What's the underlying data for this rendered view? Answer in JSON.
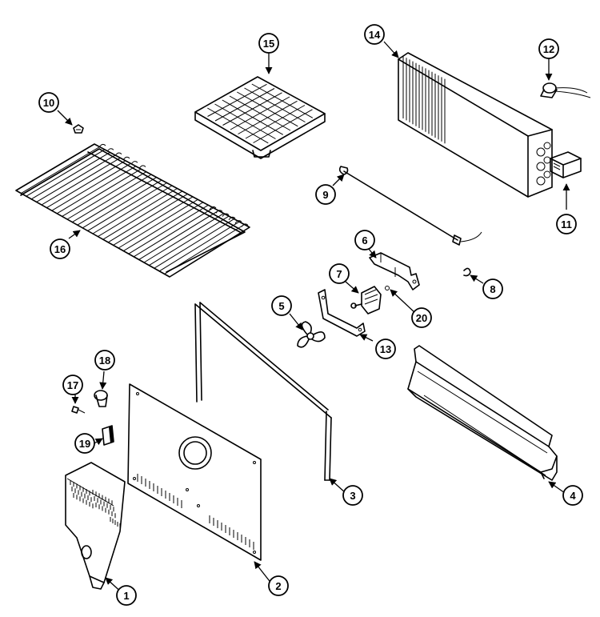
{
  "callouts": [
    {
      "id": "1",
      "label": "1"
    },
    {
      "id": "2",
      "label": "2"
    },
    {
      "id": "3",
      "label": "3"
    },
    {
      "id": "4",
      "label": "4"
    },
    {
      "id": "5",
      "label": "5"
    },
    {
      "id": "6",
      "label": "6"
    },
    {
      "id": "7",
      "label": "7"
    },
    {
      "id": "8",
      "label": "8"
    },
    {
      "id": "9",
      "label": "9"
    },
    {
      "id": "10",
      "label": "10"
    },
    {
      "id": "11",
      "label": "11"
    },
    {
      "id": "12",
      "label": "12"
    },
    {
      "id": "13",
      "label": "13"
    },
    {
      "id": "14",
      "label": "14"
    },
    {
      "id": "15",
      "label": "15"
    },
    {
      "id": "16",
      "label": "16"
    },
    {
      "id": "17",
      "label": "17"
    },
    {
      "id": "18",
      "label": "18"
    },
    {
      "id": "19",
      "label": "19"
    },
    {
      "id": "20",
      "label": "20"
    }
  ],
  "colors": {
    "ink": "#000000",
    "paper": "#ffffff"
  }
}
